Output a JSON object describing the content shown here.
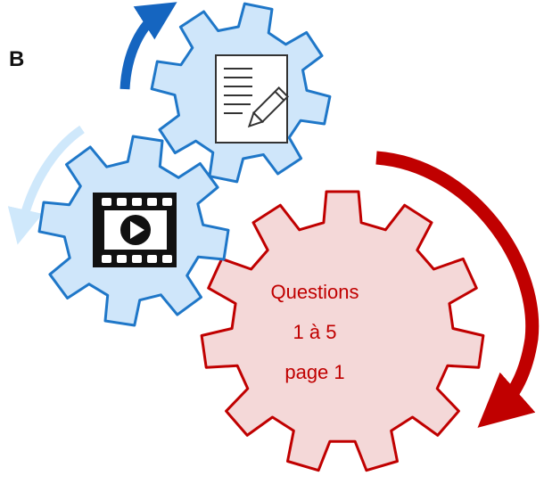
{
  "panel_label": "B",
  "gears": [
    {
      "name": "document-gear",
      "icon": "document-edit-icon",
      "fill": "#cfe6fa",
      "stroke": "#1f77c8"
    },
    {
      "name": "video-gear",
      "icon": "video-play-icon",
      "fill": "#cfe6fa",
      "stroke": "#1f77c8"
    },
    {
      "name": "questions-gear",
      "icon": "",
      "fill": "#f4d8d8",
      "stroke": "#c00000"
    }
  ],
  "questions_gear": {
    "line1": "Questions",
    "line2": "1 à 5",
    "line3": "page 1"
  },
  "colors": {
    "blue_gear_fill": "#cfe6fa",
    "blue_gear_stroke": "#1f77c8",
    "red_gear_fill": "#f4d8d8",
    "red_gear_stroke": "#c00000",
    "arrow_dark_blue": "#1565c0",
    "arrow_light_blue": "#cfe8fb",
    "arrow_red": "#c00000",
    "text_red": "#c00000"
  },
  "arrows": [
    {
      "name": "dark-blue-arrow",
      "direction": "clockwise"
    },
    {
      "name": "light-blue-arrow",
      "direction": "counterclockwise"
    },
    {
      "name": "red-arrow",
      "direction": "clockwise"
    }
  ]
}
